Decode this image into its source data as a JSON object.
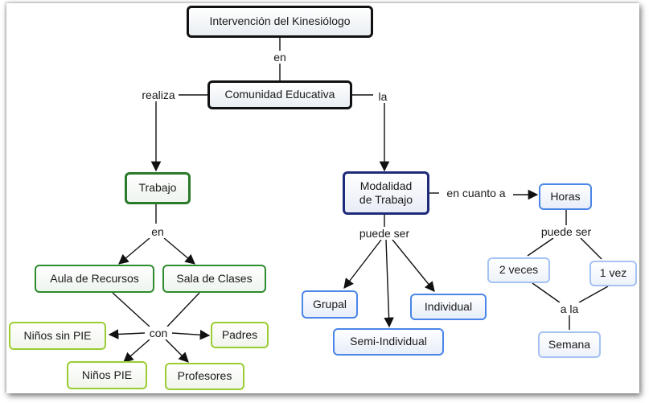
{
  "nodes": {
    "intervencion": "Intervención del Kinesiólogo",
    "comunidad": "Comunidad Educativa",
    "trabajo": "Trabajo",
    "modalidad_line1": "Modalidad",
    "modalidad_line2": "de Trabajo",
    "horas": "Horas",
    "aula": "Aula de Recursos",
    "sala": "Sala de Clases",
    "ninos_sin_pie": "Niños sin PIE",
    "padres": "Padres",
    "ninos_pie": "Niños PIE",
    "profesores": "Profesores",
    "grupal": "Grupal",
    "individual": "Individual",
    "semi_individual": "Semi-Individual",
    "dos_veces": "2 veces",
    "una_vez": "1 vez",
    "semana": "Semana"
  },
  "links": {
    "en_top": "en",
    "realiza": "realiza",
    "la": "la",
    "en_trabajo": "en",
    "con": "con",
    "puede_ser_modalidad": "puede ser",
    "en_cuanto_a": "en cuanto a",
    "puede_ser_horas": "puede ser",
    "a_la": "a la"
  },
  "colors": {
    "root_border": "#111111",
    "green": "#2e8b2e",
    "light_green": "#9acd32",
    "navy": "#1f2a7a",
    "blue": "#4a86e8",
    "light_blue": "#a4c2f4"
  }
}
